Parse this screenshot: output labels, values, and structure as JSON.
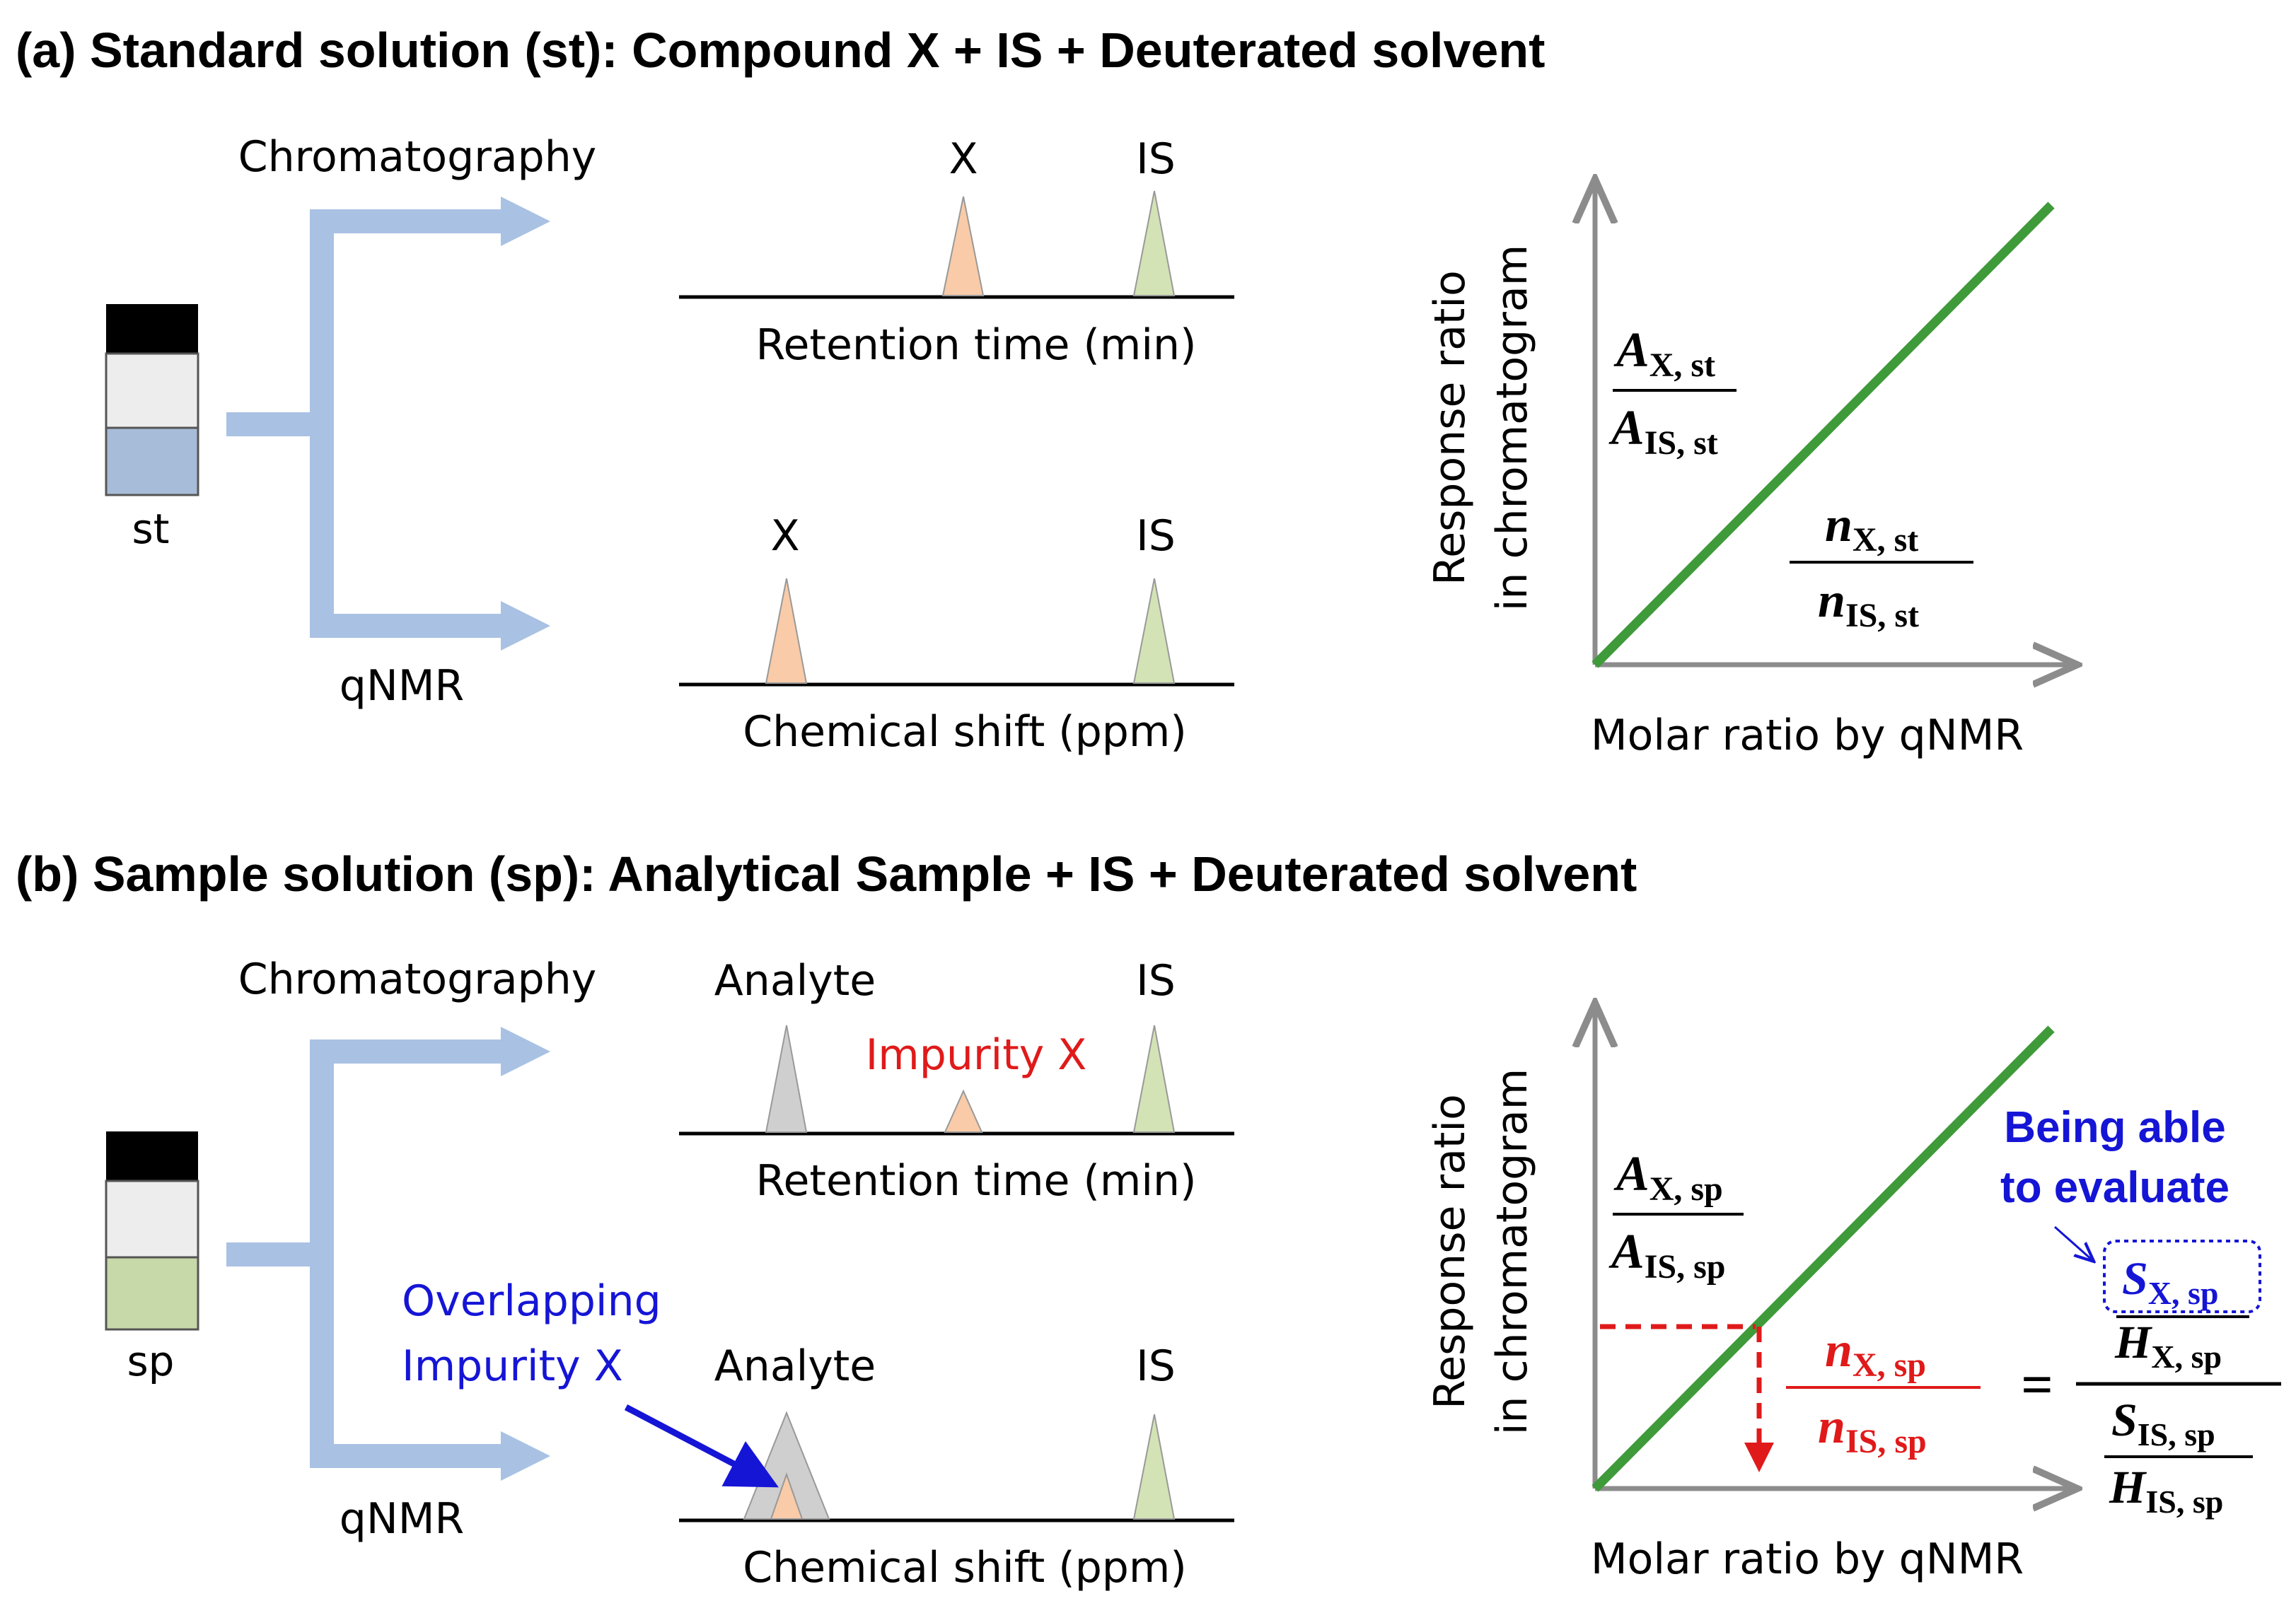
{
  "panel_a": {
    "title": "(a) Standard solution (st): Compound X + IS + Deuterated solvent",
    "vial_label": "st",
    "branch_top": "Chromatography",
    "branch_bottom": "qNMR",
    "chrom_peak_x": "X",
    "chrom_peak_is": "IS",
    "chrom_axis": "Retention time (min)",
    "nmr_peak_x": "X",
    "nmr_peak_is": "IS",
    "nmr_axis": "Chemical shift (ppm)",
    "plot_ylabel_line1": "Response ratio",
    "plot_ylabel_line2": "in chromatogram",
    "plot_xlabel": "Molar ratio by qNMR",
    "resp_num": "A",
    "resp_num_sub": "X, st",
    "resp_den": "A",
    "resp_den_sub": "IS, st",
    "molar_num": "n",
    "molar_num_sub": "X, st",
    "molar_den": "n",
    "molar_den_sub": "IS, st"
  },
  "panel_b": {
    "title": "(b) Sample solution (sp): Analytical Sample + IS + Deuterated solvent",
    "vial_label": "sp",
    "branch_top": "Chromatography",
    "branch_bottom": "qNMR",
    "chrom_peak_analyte": "Analyte",
    "chrom_peak_impurity": "Impurity X",
    "chrom_peak_is": "IS",
    "chrom_axis": "Retention time (min)",
    "overlap_line1": "Overlapping",
    "overlap_line2": "Impurity X",
    "nmr_peak_analyte": "Analyte",
    "nmr_peak_is": "IS",
    "nmr_axis": "Chemical shift (ppm)",
    "plot_ylabel_line1": "Response ratio",
    "plot_ylabel_line2": "in chromatogram",
    "plot_xlabel": "Molar ratio by qNMR",
    "resp_num": "A",
    "resp_num_sub": "X, sp",
    "resp_den": "A",
    "resp_den_sub": "IS, sp",
    "molar_num": "n",
    "molar_num_sub": "X, sp",
    "molar_den": "n",
    "molar_den_sub": "IS, sp",
    "evaluate_line1": "Being able",
    "evaluate_line2": "to evaluate",
    "eq_sign": "=",
    "s_x": "S",
    "s_x_sub": "X, sp",
    "h_x": "H",
    "h_x_sub": "X, sp",
    "s_is": "S",
    "s_is_sub": "IS, sp",
    "h_is": "H",
    "h_is_sub": "IS, sp"
  },
  "colors": {
    "branch": "#a9c1e3",
    "line": "#3f9a3a",
    "peak_x": "#f9cba8",
    "peak_is": "#d3e3b5",
    "peak_analyte": "#cfcfcf",
    "red": "#e01a1a",
    "blue": "#1515d6",
    "vial_st": "#a7bcd8",
    "vial_sp": "#c7d8a9"
  }
}
